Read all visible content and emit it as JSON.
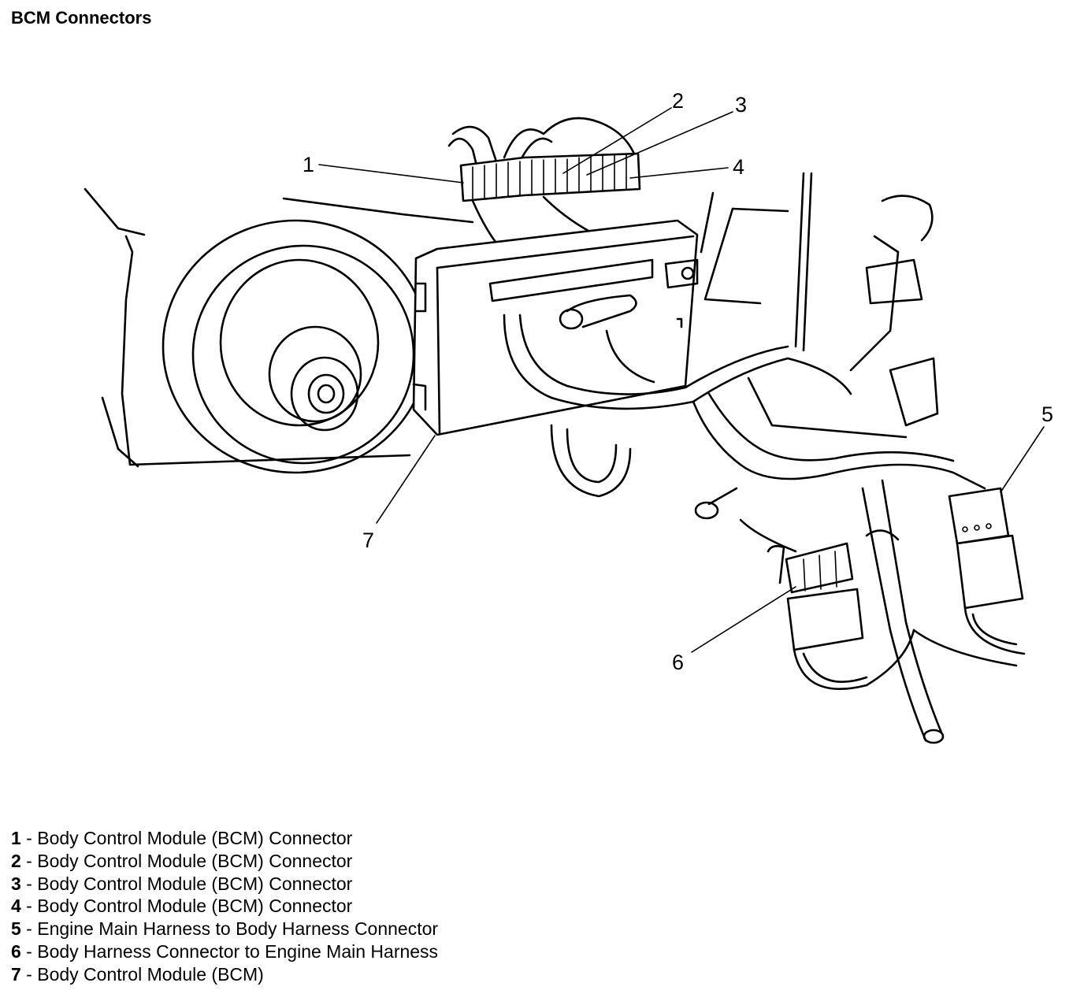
{
  "title": "BCM Connectors",
  "callouts": [
    "1",
    "2",
    "3",
    "4",
    "5",
    "6",
    "7"
  ],
  "legend": [
    {
      "num": "1",
      "text": " - Body Control Module (BCM) Connector"
    },
    {
      "num": "2",
      "text": " - Body Control Module (BCM) Connector"
    },
    {
      "num": "3",
      "text": " - Body Control Module (BCM) Connector"
    },
    {
      "num": "4",
      "text": " - Body Control Module (BCM) Connector"
    },
    {
      "num": "5",
      "text": " - Engine Main Harness to Body Harness Connector"
    },
    {
      "num": "6",
      "text": " - Body Harness Connector to Engine Main Harness"
    },
    {
      "num": "7",
      "text": " - Body Control Module (BCM)"
    }
  ]
}
